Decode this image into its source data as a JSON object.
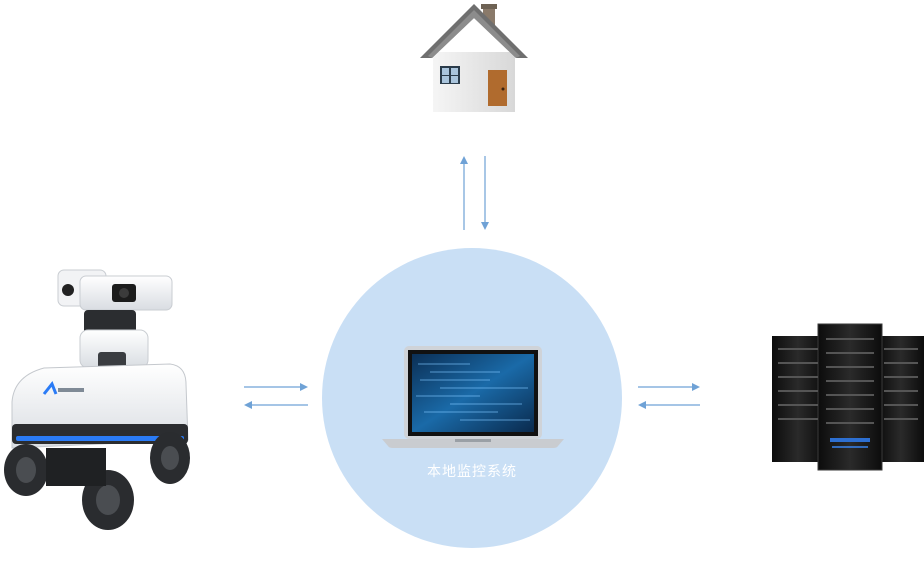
{
  "hub": {
    "label": "本地监控系统",
    "icon": "laptop-icon",
    "circle_color": "#c9dff5"
  },
  "nodes": {
    "top": {
      "icon": "house-icon"
    },
    "left": {
      "icon": "robot-icon"
    },
    "right": {
      "icon": "server-rack-icon"
    }
  },
  "connections": [
    {
      "from": "hub",
      "to": "top",
      "direction": "bidirectional"
    },
    {
      "from": "hub",
      "to": "left",
      "direction": "bidirectional"
    },
    {
      "from": "hub",
      "to": "right",
      "direction": "bidirectional"
    }
  ],
  "colors": {
    "arrow": "#6fa2d6",
    "screen": "#0f4f86",
    "house_roof": "#7e7e7e",
    "house_door": "#b06b2e",
    "robot_accent": "#2a7bf6",
    "server_body": "#1a1a1a"
  }
}
